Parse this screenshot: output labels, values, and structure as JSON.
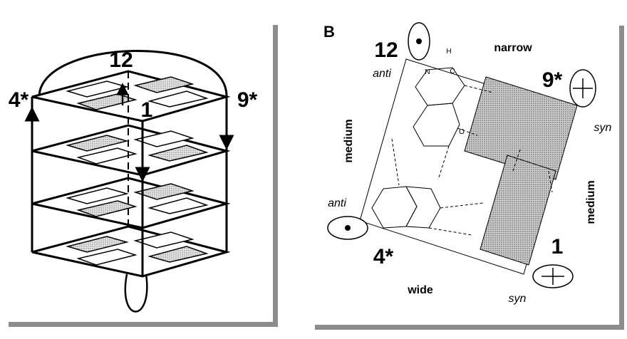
{
  "panel_a": {
    "labels": {
      "top": "12",
      "center": "1",
      "left": "4*",
      "right": "9*"
    }
  },
  "panel_b": {
    "panel_letter": "B",
    "base_labels": {
      "top_left": "12",
      "top_right": "9*",
      "bottom_left": "4*",
      "bottom_right": "1"
    },
    "glycosidic": {
      "top_left": "anti",
      "top_right": "syn",
      "bottom_left": "anti",
      "bottom_right": "syn"
    },
    "grooves": {
      "top": "narrow",
      "bottom": "wide",
      "left": "medium",
      "right": "medium"
    },
    "atom_letters": {
      "hydrogen": "H",
      "nitrogen": "N",
      "carbon": "C",
      "oxygen": "O"
    },
    "strand_symbols": {
      "dot": "•",
      "cross": "+"
    }
  }
}
